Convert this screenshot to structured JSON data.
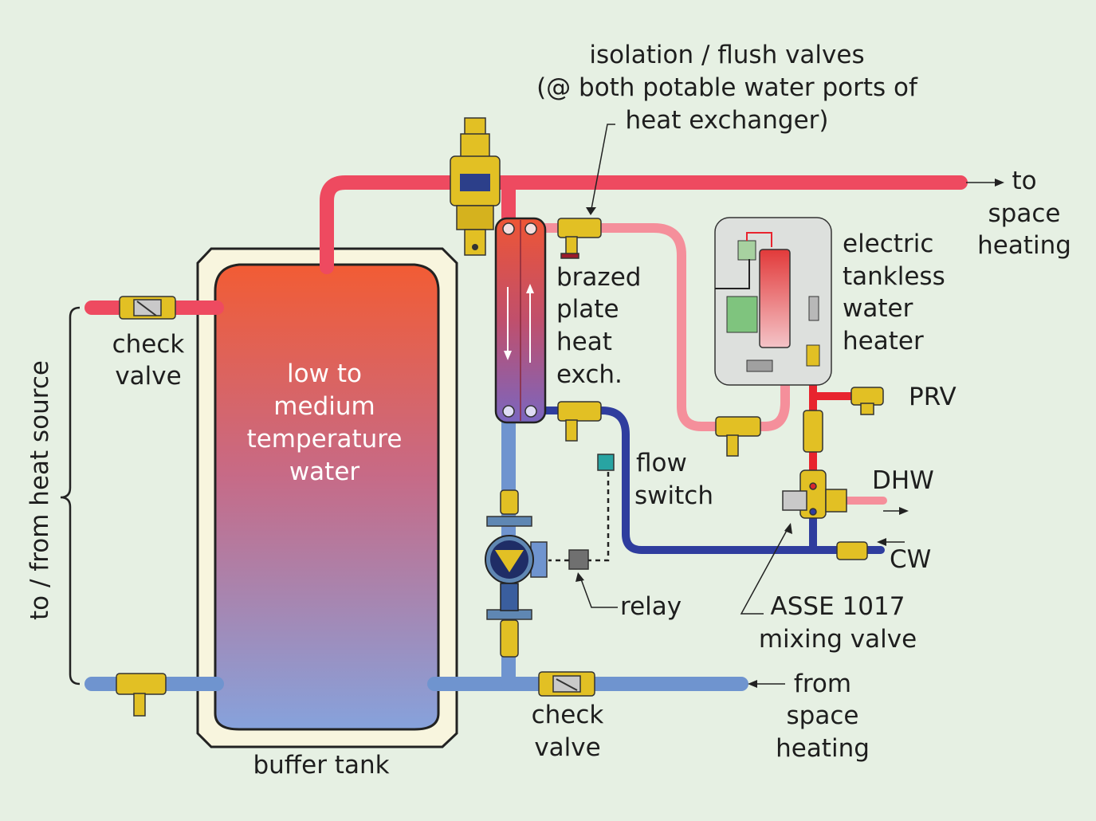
{
  "labels": {
    "isolation": [
      "isolation / flush valves",
      "(@ both potable water ports of",
      "heat exchanger)"
    ],
    "to_space": [
      "to",
      "space",
      "heating"
    ],
    "electric": [
      "electric",
      "tankless",
      "water",
      "heater"
    ],
    "brazed": [
      "brazed",
      "plate",
      "heat",
      "exch."
    ],
    "check_left": [
      "check",
      "valve"
    ],
    "tank_water": [
      "low to",
      "medium",
      "temperature",
      "water"
    ],
    "heat_source": "to / from heat source",
    "prv": "PRV",
    "dhw": "DHW",
    "flow_switch": [
      "flow",
      "switch"
    ],
    "cw": "CW",
    "relay": "relay",
    "asse": [
      "ASSE 1017",
      "mixing valve"
    ],
    "from_space": [
      "from",
      "space",
      "heating"
    ],
    "check_bottom": [
      "check",
      "valve"
    ],
    "buffer_tank": "buffer tank"
  },
  "colors": {
    "hot_supply": "#ee4a60",
    "cold_return": "#6f94cf",
    "potable_hot": "#f58f9b",
    "potable_cold": "#2f3d9e",
    "brass": "#e2c024",
    "background": "#e6f0e3"
  }
}
